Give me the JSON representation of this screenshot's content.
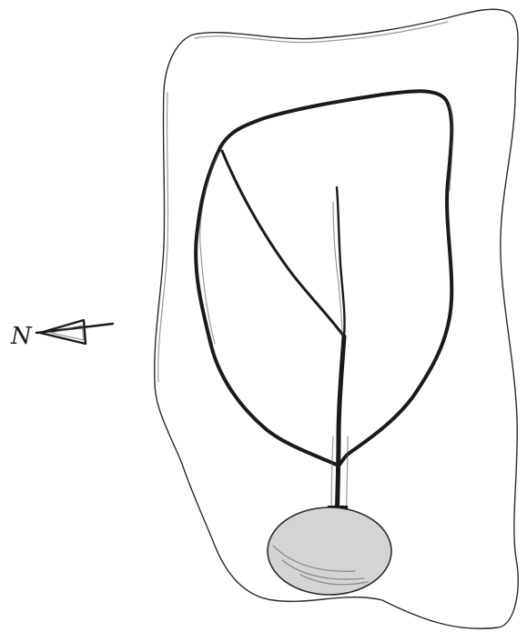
{
  "compass": {
    "label": "N",
    "arrow_icon": "left-arrow-icon"
  },
  "colors": {
    "paper": "#ffffff",
    "pencil": "#1a1a1a",
    "shading": "#c8c8c8"
  },
  "elements": {
    "outer_boundary": "outer-boundary-outline",
    "crown_outline": "tree-crown-outline",
    "trunk": "tree-trunk",
    "branch": "diagonal-branch",
    "leader": "central-leader",
    "base": "root-base-mound"
  }
}
